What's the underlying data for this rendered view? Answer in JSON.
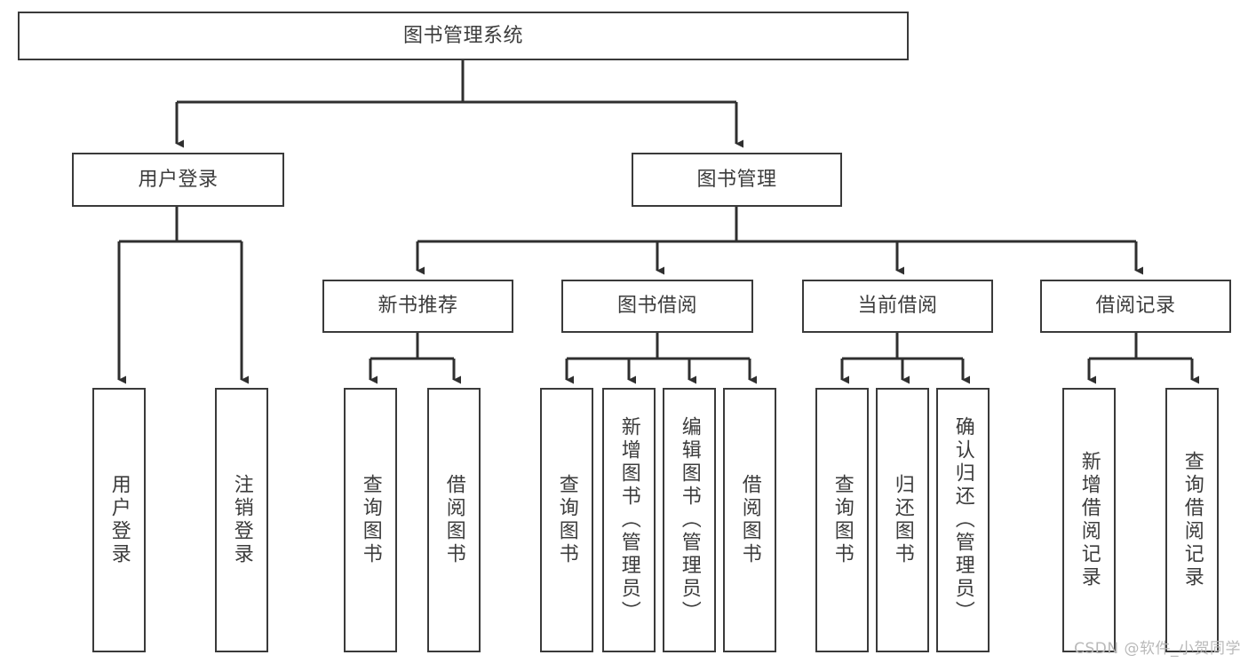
{
  "diagram": {
    "title": "图书管理系统",
    "type": "tree-hierarchy",
    "colors": {
      "box_border": "#3a3a3a",
      "box_fill": "#ffffff",
      "text": "#3c3c3c",
      "connector": "#2f2f2f",
      "watermark": "#b9b9b9"
    },
    "nodes": {
      "root": {
        "label": "图书管理系统",
        "level": 1
      },
      "l2": [
        {
          "id": "user-login",
          "label": "用户登录",
          "level": 2
        },
        {
          "id": "book-manage",
          "label": "图书管理",
          "level": 2
        }
      ],
      "l3": [
        {
          "id": "new-book-recommend",
          "label": "新书推荐",
          "level": 3
        },
        {
          "id": "book-borrow",
          "label": "图书借阅",
          "level": 3
        },
        {
          "id": "current-borrow",
          "label": "当前借阅",
          "level": 3
        },
        {
          "id": "borrow-record",
          "label": "借阅记录",
          "level": 3
        }
      ],
      "leaves": {
        "user-login": [
          {
            "id": "leaf-user-login",
            "label": "用户登录"
          },
          {
            "id": "leaf-logout-login",
            "label": "注销登录"
          }
        ],
        "new-book-recommend": [
          {
            "id": "leaf-query-book-1",
            "label": "查询图书"
          },
          {
            "id": "leaf-borrow-book-1",
            "label": "借阅图书"
          }
        ],
        "book-borrow": [
          {
            "id": "leaf-query-book-2",
            "label": "查询图书"
          },
          {
            "id": "leaf-add-book-admin",
            "label": "新增图书（管理员）"
          },
          {
            "id": "leaf-edit-book-admin",
            "label": "编辑图书（管理员）"
          },
          {
            "id": "leaf-borrow-book-2",
            "label": "借阅图书"
          }
        ],
        "current-borrow": [
          {
            "id": "leaf-query-book-3",
            "label": "查询图书"
          },
          {
            "id": "leaf-return-book",
            "label": "归还图书"
          },
          {
            "id": "leaf-confirm-return-admin",
            "label": "确认归还（管理员）"
          }
        ],
        "borrow-record": [
          {
            "id": "leaf-add-borrow-record",
            "label": "新增借阅记录"
          },
          {
            "id": "leaf-query-borrow-record",
            "label": "查询借阅记录"
          }
        ]
      }
    },
    "watermark": "CSDN @软件_小贺同学"
  }
}
